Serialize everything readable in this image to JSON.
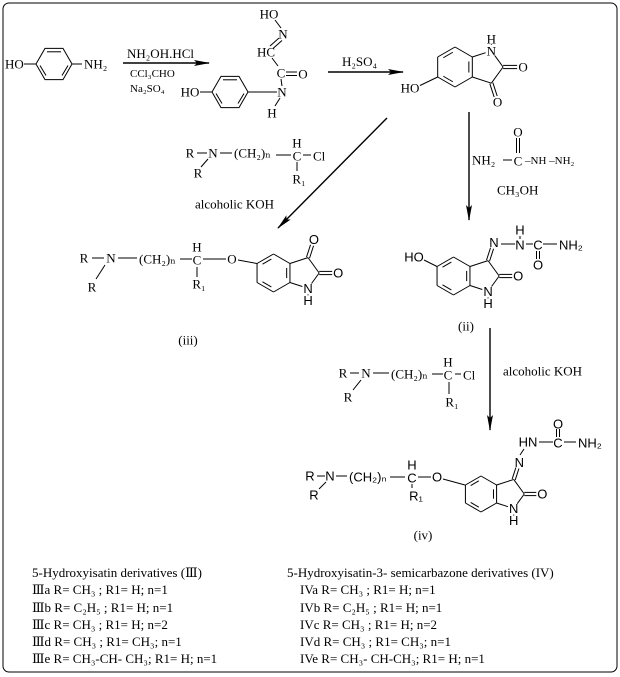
{
  "atoms": {
    "N": "N",
    "H": "H",
    "O": "O"
  },
  "aminophenol": {
    "ho": "HO",
    "nh2": "NH₂"
  },
  "step1": {
    "reagent1": "NH₂OH.HCl",
    "reagent2": "CCl₃CHO",
    "reagent3": "Na₂SO₄"
  },
  "intermediate": {
    "ho_top": "HO",
    "n_oxime": "N",
    "hc": "HC",
    "c": "C",
    "o": "O",
    "ho": "HO",
    "n_amide": "N",
    "h": "H"
  },
  "step2": {
    "reagent": "H₂SO₄"
  },
  "hydroxyisatin": {
    "ho": "HO"
  },
  "alkyl_halide_1": {
    "r": "R",
    "n": "N",
    "chain": "(CH₂)ₙ",
    "h": "H",
    "c": "C",
    "cl": "Cl",
    "r_lower": "R",
    "r1": "R₁"
  },
  "step3": {
    "reagent": "alcoholic KOH"
  },
  "semicarbazide": {
    "nh2": "NH₂",
    "c": "C",
    "o": "O",
    "tail": "–NH –NH₂",
    "solvent": "CH₃OH"
  },
  "compound_iii": {
    "r": "R",
    "n": "N",
    "chain": "(CH₂)ₙ",
    "h": "H",
    "c": "C",
    "o": "O",
    "r_lower": "R",
    "r1": "R₁",
    "label": "(iii)"
  },
  "compound_ii": {
    "ho": "HO",
    "n2": "N",
    "h": "H",
    "c": "C",
    "o": "O",
    "nh2": "NH₂",
    "label": "(ii)"
  },
  "alkyl_halide_2": {
    "r": "R",
    "n": "N",
    "chain": "(CH₂)ₙ",
    "h": "H",
    "c": "C",
    "cl": "Cl",
    "r_lower": "R",
    "r1": "R₁"
  },
  "step4": {
    "reagent": "alcoholic KOH"
  },
  "compound_iv": {
    "r": "R",
    "n": "N",
    "chain": "(CH₂)ₙ",
    "h": "H",
    "c": "C",
    "o": "O",
    "r_lower": "R",
    "r1": "R₁",
    "hn": "HN",
    "c2": "C",
    "o2": "O",
    "nh2": "NH₂",
    "label": "(iv)"
  },
  "legend": {
    "left_title": "5-Hydroxyisatin derivatives (Ⅲ)",
    "left_items": [
      "Ⅲa R= CH₃ ; R1= H; n=1",
      "Ⅲb R= C₂H₅ ; R1= H; n=1",
      "Ⅲc R= CH₃ ; R1= H; n=2",
      "Ⅲd R= CH₃ ; R1= CH₃; n=1",
      "Ⅲe R= CH₃-CH- CH₃; R1= H; n=1"
    ],
    "right_title": "5-Hydroxyisatin-3- semicarbazone derivatives (IV)",
    "right_items": [
      "IVa R= CH₃ ; R1= H; n=1",
      "IVb R= C₂H₅ ; R1= H; n=1",
      "IVc R= CH₃ ; R1= H; n=2",
      "IVd R= CH₃ ; R1= CH₃; n=1",
      "IVe R= CH₃- CH-CH₃; R1= H; n=1"
    ]
  }
}
